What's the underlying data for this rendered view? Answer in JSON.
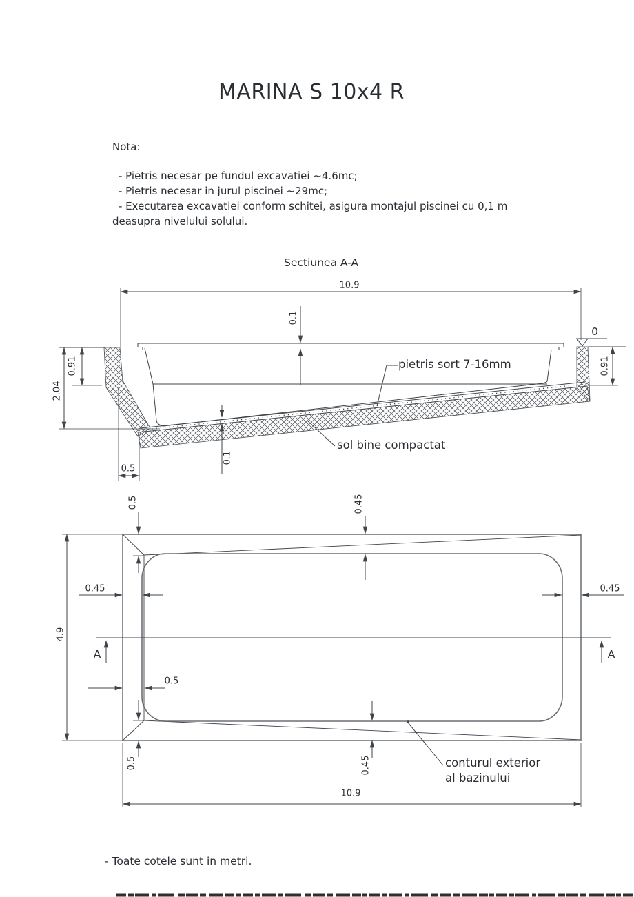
{
  "title": "MARINA S 10x4 R",
  "nota": {
    "heading": "Nota:",
    "line1": "- Pietris necesar pe fundul excavatiei ~4.6mc;",
    "line2": "- Pietris necesar in jurul piscinei ~29mc;",
    "line3": "- Executarea excavatiei conform schitei, asigura montajul piscinei cu 0,1 m",
    "line4": "deasupra nivelului solului."
  },
  "section": {
    "title": "Sectiunea A-A",
    "dim_width": "10.9",
    "dim_rim_height": "0.1",
    "dim_depth_shallow_left": "0.91",
    "dim_depth_total": "2.04",
    "dim_gravel_thickness": "0.1",
    "dim_bench": "0.5",
    "dim_depth_right": "0.91",
    "datum_level": "0",
    "label_gravel": "pietris sort 7-16mm",
    "label_soil": "sol bine compactat"
  },
  "plan": {
    "dim_height": "4.9",
    "dim_width": "10.9",
    "dim_top_left": "0.5",
    "dim_top_center": "0.45",
    "dim_left": "0.45",
    "dim_right": "0.45",
    "dim_mid_left": "0.5",
    "dim_bottom_left": "0.5",
    "dim_bottom_center": "0.45",
    "section_marker": "A",
    "label_contour_line1": "conturul exterior",
    "label_contour_line2": "al bazinului"
  },
  "footer_note": "- Toate cotele sunt in metri.",
  "colors": {
    "line": "#3f4449",
    "gray": "#8d9296",
    "text": "#2a2e33"
  }
}
